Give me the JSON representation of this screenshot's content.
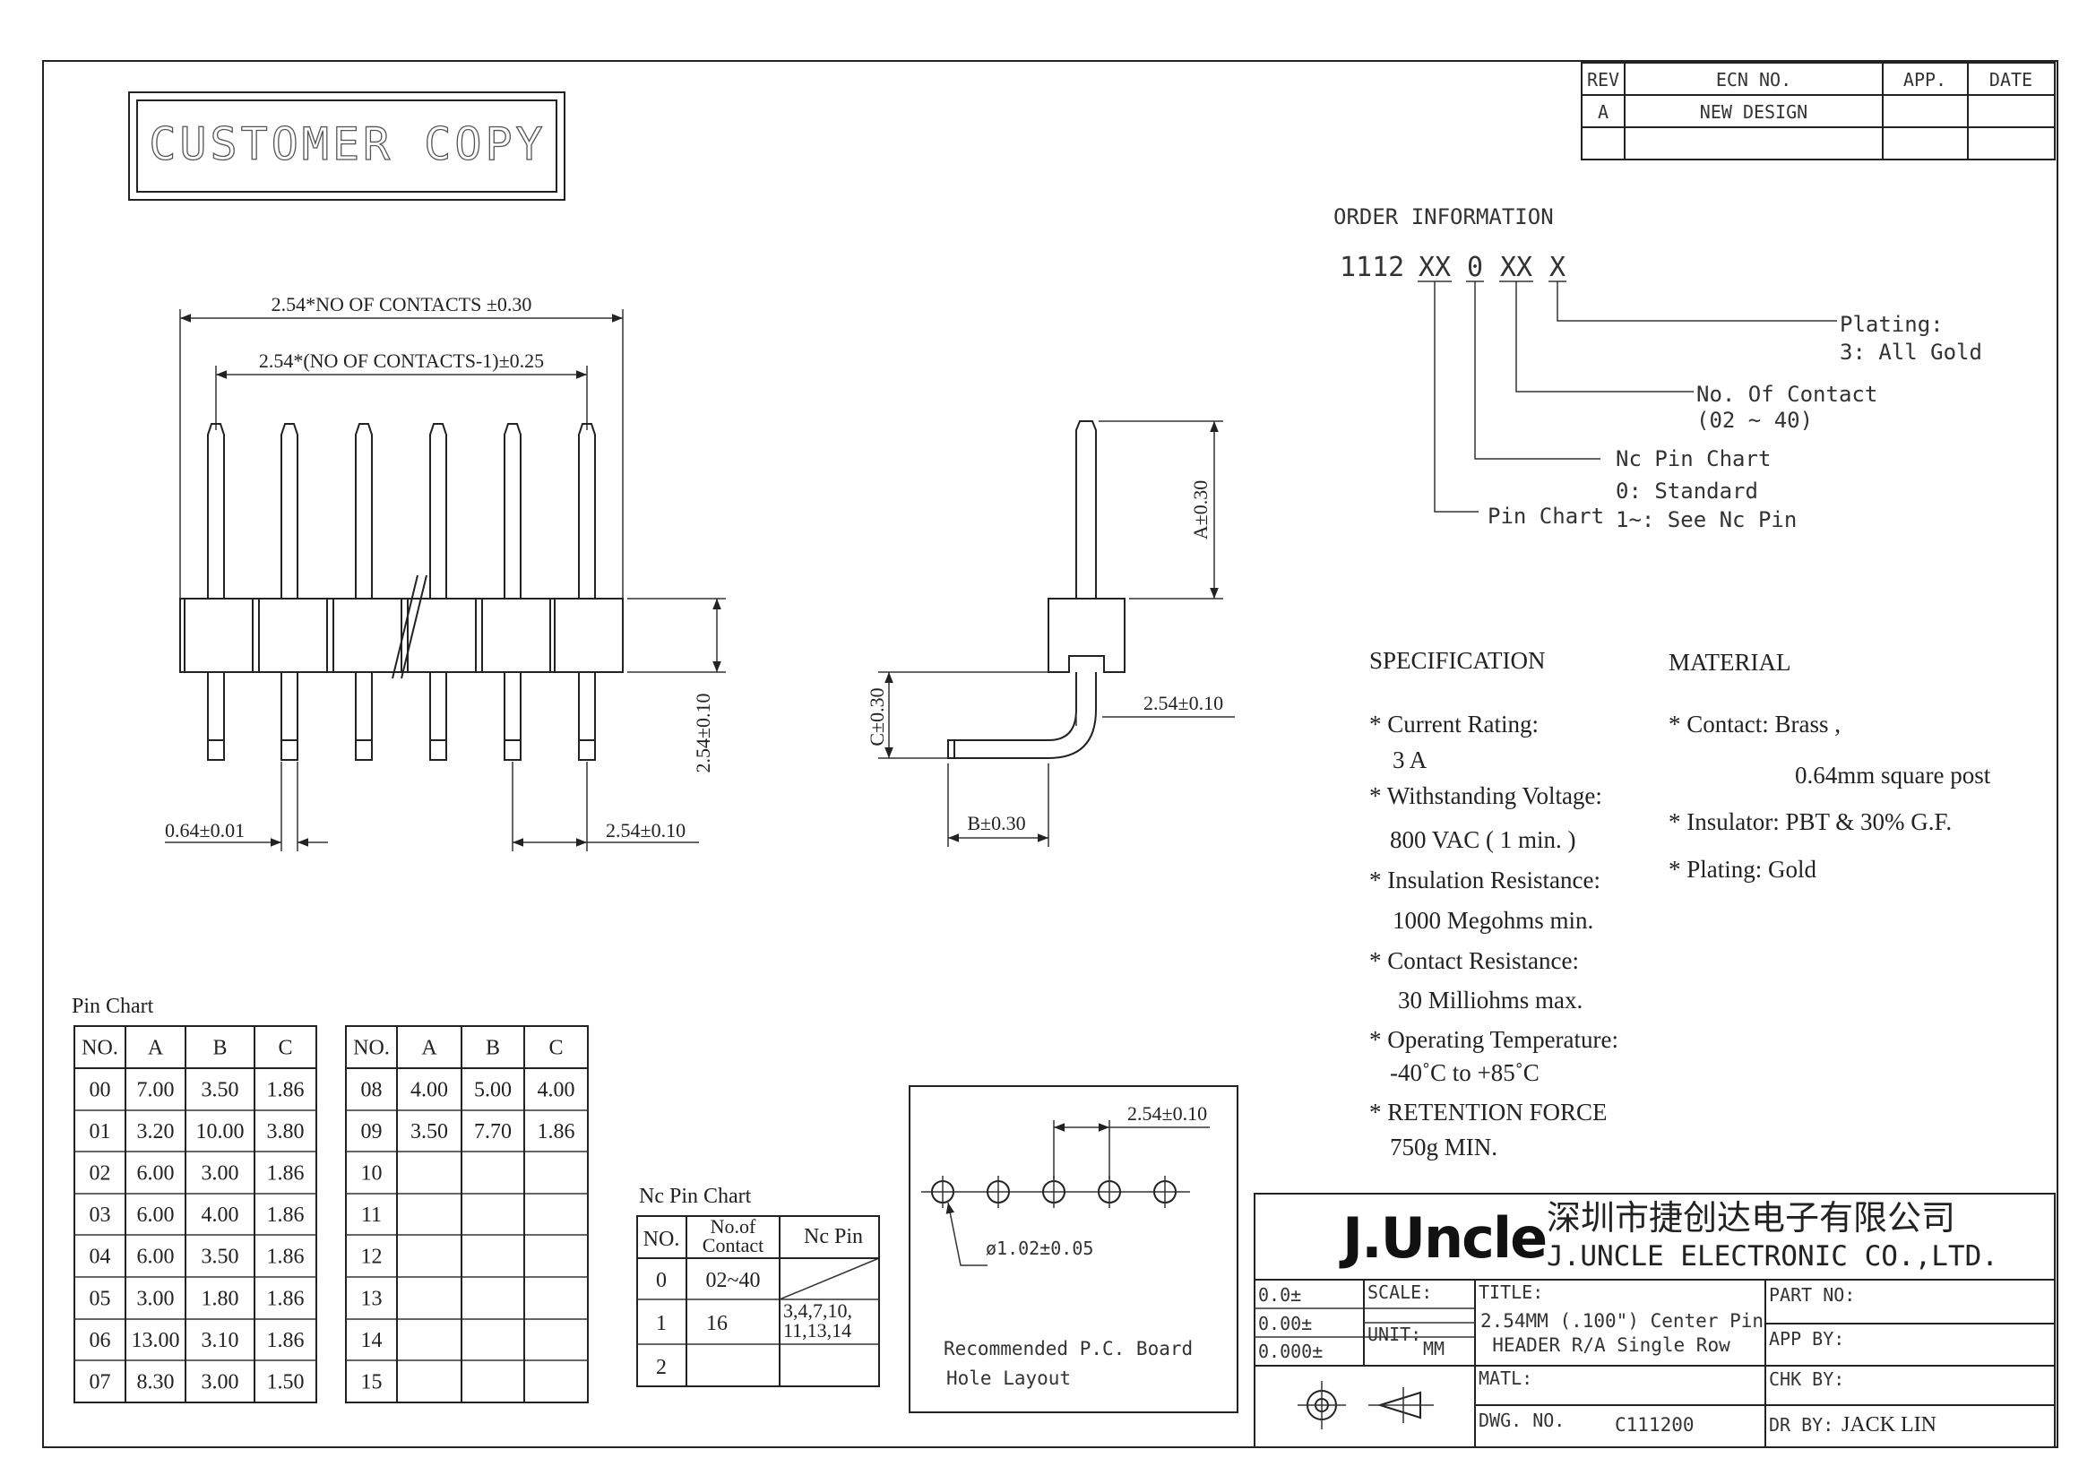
{
  "customer_copy": "CUSTOMER COPY",
  "revision_table": {
    "headers": [
      "REV",
      "ECN NO.",
      "APP.",
      "DATE"
    ],
    "rows": [
      [
        "A",
        "NEW DESIGN",
        "",
        ""
      ]
    ]
  },
  "order_info": {
    "title": "ORDER INFORMATION",
    "code": {
      "base": "1112",
      "pin_chart": "XX",
      "nc_pin": "0",
      "contacts": "XX",
      "plating": "X"
    },
    "plating": {
      "label": "Plating:",
      "value": "3: All Gold"
    },
    "no_of_contact": {
      "label": "No. Of Contact",
      "range": "(02 ~ 40)"
    },
    "nc_pin_chart": {
      "label": "Nc Pin Chart",
      "opt0": "0: Standard",
      "opt1": "1~: See Nc Pin"
    },
    "pin_chart": {
      "label": "Pin Chart"
    }
  },
  "front_view": {
    "dim_overall": "2.54*NO OF CONTACTS ±0.30",
    "dim_pitch_span": "2.54*(NO OF CONTACTS-1)±0.25",
    "dim_pin_width": "0.64±0.01",
    "dim_pitch": "2.54±0.10",
    "dim_height": "2.54±0.10"
  },
  "side_view": {
    "dim_a": "A±0.30",
    "dim_c": "C±0.30",
    "dim_b": "B±0.30",
    "dim_pitch": "2.54±0.10"
  },
  "specification": {
    "title": "SPECIFICATION",
    "lines": [
      "* Current Rating:",
      "3 A",
      "* Withstanding Voltage:",
      "800 VAC ( 1 min. )",
      "*  Insulation Resistance:",
      "1000 Megohms min.",
      "* Contact Resistance:",
      "30 Milliohms max.",
      "* Operating Temperature:",
      "-40˚C to +85˚C",
      "* RETENTION FORCE",
      "750g MIN."
    ]
  },
  "material": {
    "title": "MATERIAL",
    "lines": [
      "* Contact: Brass ,",
      "0.64mm square post",
      "* Insulator: PBT & 30% G.F.",
      "* Plating: Gold"
    ]
  },
  "pin_chart": {
    "title": "Pin Chart",
    "headers": [
      "NO.",
      "A",
      "B",
      "C"
    ],
    "left_rows": [
      [
        "00",
        "7.00",
        "3.50",
        "1.86"
      ],
      [
        "01",
        "3.20",
        "10.00",
        "3.80"
      ],
      [
        "02",
        "6.00",
        "3.00",
        "1.86"
      ],
      [
        "03",
        "6.00",
        "4.00",
        "1.86"
      ],
      [
        "04",
        "6.00",
        "3.50",
        "1.86"
      ],
      [
        "05",
        "3.00",
        "1.80",
        "1.86"
      ],
      [
        "06",
        "13.00",
        "3.10",
        "1.86"
      ],
      [
        "07",
        "8.30",
        "3.00",
        "1.50"
      ]
    ],
    "right_rows": [
      [
        "08",
        "4.00",
        "5.00",
        "4.00"
      ],
      [
        "09",
        "3.50",
        "7.70",
        "1.86"
      ],
      [
        "10",
        "",
        "",
        ""
      ],
      [
        "11",
        "",
        "",
        ""
      ],
      [
        "12",
        "",
        "",
        ""
      ],
      [
        "13",
        "",
        "",
        ""
      ],
      [
        "14",
        "",
        "",
        ""
      ],
      [
        "15",
        "",
        "",
        ""
      ]
    ]
  },
  "nc_pin_chart": {
    "title": "Nc Pin Chart",
    "headers": [
      "NO.",
      "No.of Contact",
      "Nc Pin"
    ],
    "header_contact_top": "No.of",
    "header_contact_bottom": "Contact",
    "rows": [
      {
        "no": "0",
        "contact": "02~40",
        "nc": ""
      },
      {
        "no": "1",
        "contact": "16",
        "nc_line1": "3,4,7,10,",
        "nc_line2": "11,13,14"
      },
      {
        "no": "2",
        "contact": "",
        "nc": ""
      }
    ]
  },
  "pcb_layout": {
    "pitch": "2.54±0.10",
    "hole": "ø1.02±0.05",
    "caption_line1": "Recommended P.C. Board",
    "caption_line2": "Hole Layout"
  },
  "title_block": {
    "logo": "J.Uncle",
    "company_cn": "深圳市捷创达电子有限公司",
    "company_en": "J.UNCLE ELECTRONIC CO.,LTD.",
    "tol1": "0.0±",
    "tol2": "0.00±",
    "tol3": "0.000±",
    "scale_label": "SCALE:",
    "unit_label": "UNIT:",
    "unit_value": "MM",
    "title_label": "TITLE:",
    "title_line1": "2.54MM (.100\") Center Pin",
    "title_line2": "HEADER R/A Single Row",
    "part_no_label": "PART NO:",
    "app_by_label": "APP BY:",
    "chk_by_label": "CHK BY:",
    "matl_label": "MATL:",
    "dwg_no_label": "DWG. NO.",
    "dwg_no_value": "C111200",
    "dr_by_label": "DR BY:",
    "dr_by_value": "JACK LIN"
  }
}
